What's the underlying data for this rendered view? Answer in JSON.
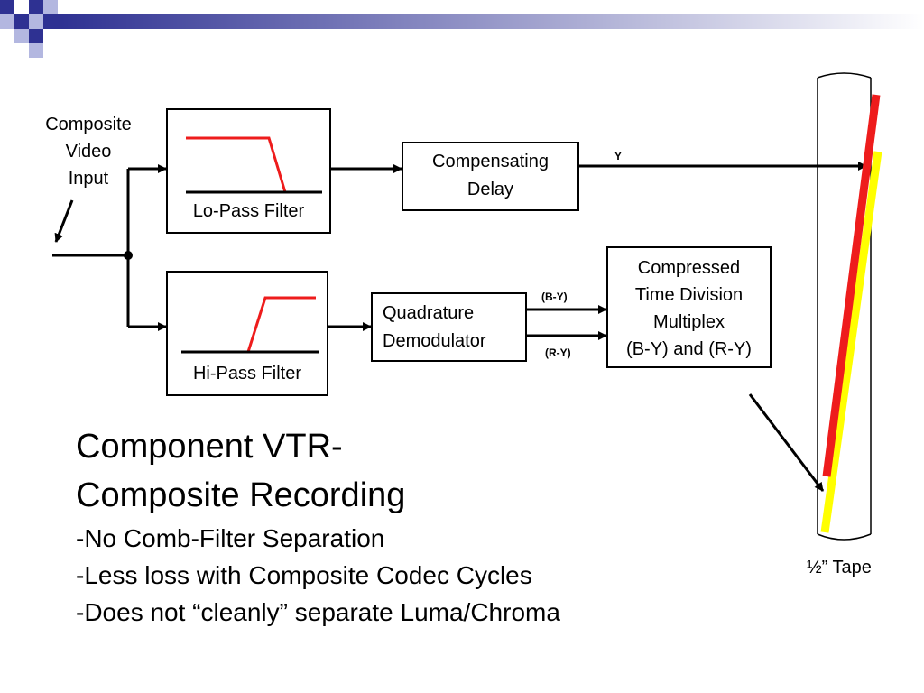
{
  "colors": {
    "accent_dark": "#2e3192",
    "accent_light": "#b3b7e0",
    "filter_curve": "#ee1c1c",
    "tape_red": "#ee1c1c",
    "tape_yellow": "#ffff00",
    "lines": "#000000"
  },
  "input_label": [
    "Composite",
    "Video",
    "Input"
  ],
  "blocks": {
    "lowpass": "Lo-Pass Filter",
    "hipass": "Hi-Pass Filter",
    "delay": [
      "Compensating",
      "Delay"
    ],
    "demod": [
      "Quadrature",
      "Demodulator"
    ],
    "ctdm": [
      "Compressed",
      "Time Division",
      "Multiplex",
      "(B-Y) and (R-Y)"
    ]
  },
  "signals": {
    "y": "Y",
    "by": "(B-Y)",
    "ry": "(R-Y)"
  },
  "tape_label": "½” Tape",
  "title": [
    "Component VTR-",
    "Composite Recording"
  ],
  "bullets": [
    "-No Comb-Filter Separation",
    "-Less loss with Composite Codec Cycles",
    "-Does not “cleanly” separate Luma/Chroma"
  ]
}
